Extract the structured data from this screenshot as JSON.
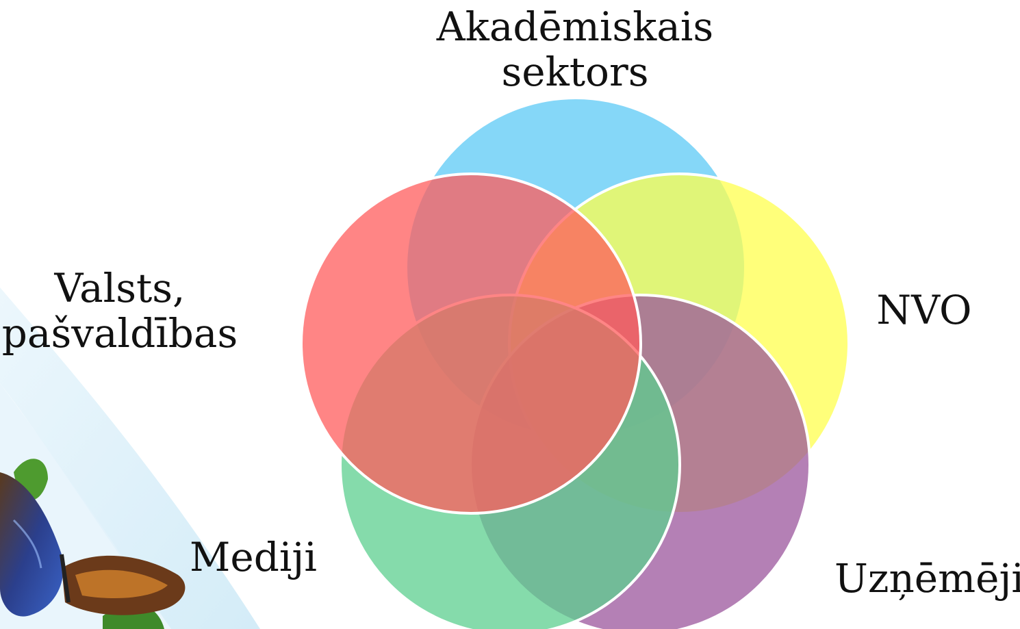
{
  "diagram": {
    "type": "venn",
    "sets": [
      {
        "id": "academic",
        "lines": [
          "Akadēmiskais",
          "sektors"
        ],
        "color": "#5ccaf5"
      },
      {
        "id": "ngo",
        "lines": [
          "NVO"
        ],
        "color": "#ffff4d"
      },
      {
        "id": "business",
        "lines": [
          "Uzņēmēji"
        ],
        "color": "#9b569c"
      },
      {
        "id": "media",
        "lines": [
          "Mediji"
        ],
        "color": "#5ccf8f"
      },
      {
        "id": "state",
        "lines": [
          "Valsts,",
          "pašvaldības"
        ],
        "color": "#ff5c5c"
      }
    ]
  }
}
